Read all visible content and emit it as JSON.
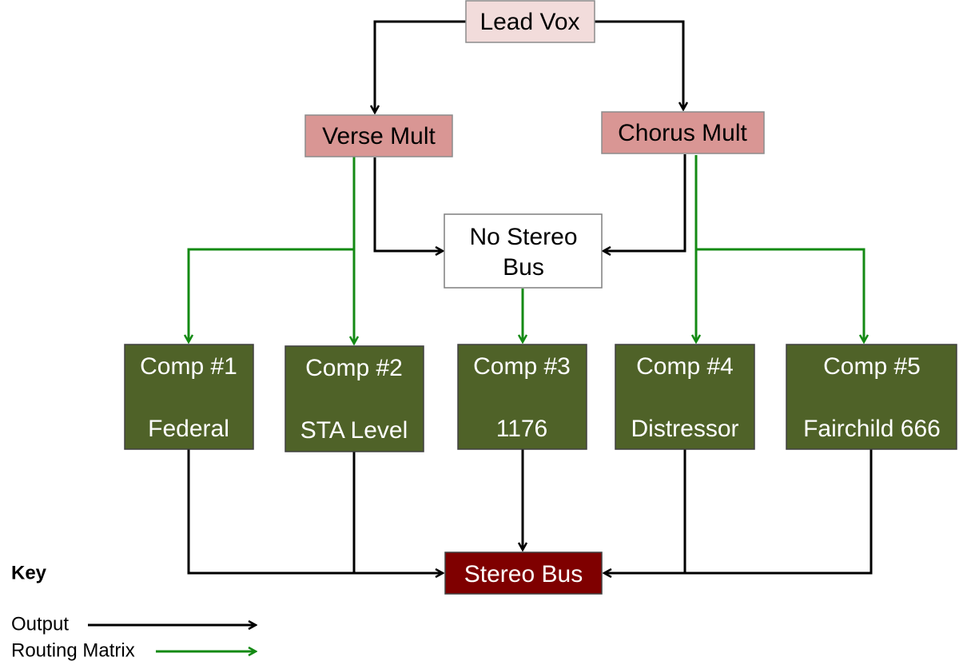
{
  "colors": {
    "output_line": "#000000",
    "routing_line": "#138a13",
    "mult_fill": "#d99694",
    "lead_fill": "#f2dcdb",
    "comp_fill": "#4f6228",
    "stereo_fill": "#7f0000",
    "plain_fill": "#ffffff"
  },
  "nodes": {
    "lead_vox": "Lead Vox",
    "verse_mult": "Verse Mult",
    "chorus_mult": "Chorus Mult",
    "no_stereo_bus": [
      "No Stereo",
      "Bus"
    ],
    "stereo_bus": "Stereo Bus",
    "comps": [
      {
        "name": "Comp #1",
        "model": "Federal"
      },
      {
        "name": "Comp #2",
        "model": "STA Level"
      },
      {
        "name": "Comp #3",
        "model": "1176"
      },
      {
        "name": "Comp #4",
        "model": "Distressor"
      },
      {
        "name": "Comp #5",
        "model": "Fairchild 666"
      }
    ]
  },
  "key": {
    "title": "Key",
    "output_label": "Output",
    "routing_label": "Routing Matrix"
  }
}
